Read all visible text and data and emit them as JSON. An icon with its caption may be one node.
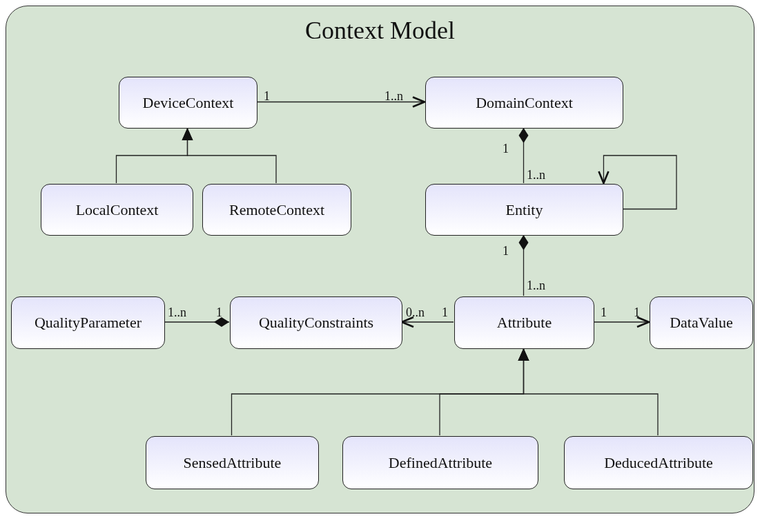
{
  "diagram": {
    "nodes": [
      {
        "text": [
          "Context Model"
        ]
      },
      {
        "text": [
          "DeviceContext"
        ],
        "in": 0
      },
      {
        "text": [
          "DomainContext"
        ],
        "in": 0
      },
      {
        "text": [
          "LocalContext"
        ],
        "in": 0
      },
      {
        "text": [
          "RemoteContext"
        ],
        "in": 0
      },
      {
        "text": [
          "Entity"
        ],
        "in": 0
      },
      {
        "text": [
          "QualityParameter"
        ],
        "in": 0
      },
      {
        "text": [
          "QualityConstraints"
        ],
        "in": 0
      },
      {
        "text": [
          "Attribute"
        ],
        "in": 0
      },
      {
        "text": [
          "DataValue"
        ],
        "in": 0
      },
      {
        "text": [
          "SensedAttribute"
        ],
        "in": 0
      },
      {
        "text": [
          "DefinedAttribute"
        ],
        "in": 0
      },
      {
        "text": [
          "DeducedAttribute"
        ],
        "in": 0
      }
    ],
    "edges": [
      {
        "from": 1,
        "to": 2,
        "arrow": "to"
      },
      {
        "from": 3,
        "to": 1,
        "arrow": "to"
      },
      {
        "from": 4,
        "to": 1,
        "arrow": "to"
      },
      {
        "from": 2,
        "to": 5,
        "arrow": "other"
      },
      {
        "from": 5,
        "to": 5,
        "arrow": "to"
      },
      {
        "from": 5,
        "to": 8,
        "arrow": "other"
      },
      {
        "from": 8,
        "to": 7,
        "arrow": "to"
      },
      {
        "from": 7,
        "to": 6,
        "arrow": "other"
      },
      {
        "from": 8,
        "to": 9,
        "arrow": "to"
      },
      {
        "from": 10,
        "to": 8,
        "arrow": "to"
      },
      {
        "from": 11,
        "to": 8,
        "arrow": "to"
      },
      {
        "from": 12,
        "to": 8,
        "arrow": "to"
      }
    ],
    "labels": [
      "1",
      "1..n",
      "1",
      "1..n",
      "1",
      "1..n",
      "1..n",
      "1",
      "0..n",
      "1",
      "1",
      "1"
    ]
  }
}
